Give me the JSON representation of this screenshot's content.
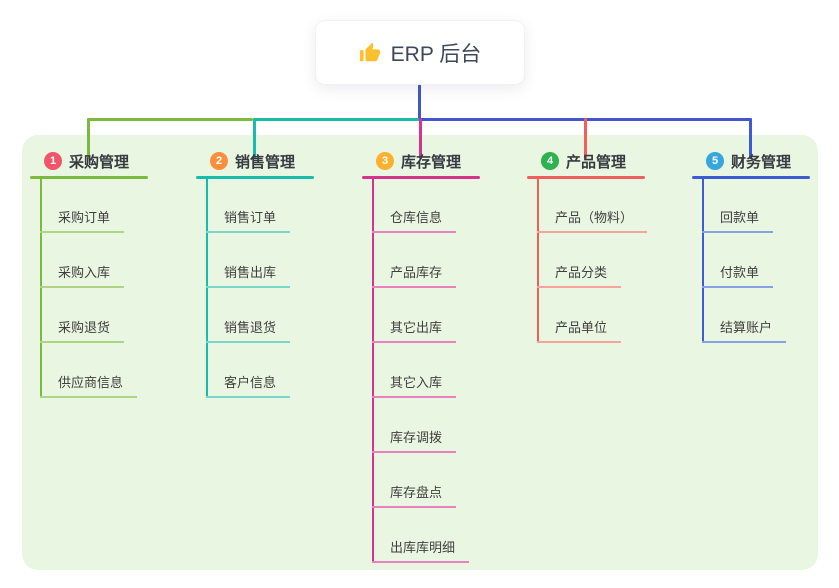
{
  "root": {
    "label": "ERP 后台",
    "icon": "thumbs-up"
  },
  "colors": {
    "page_bg": "#ffffff",
    "panel_bg": "#e9f6e2",
    "root_line": "#4456ce",
    "root_text": "#3d4858",
    "thumb_icon": "#fbc02d"
  },
  "branches": [
    {
      "number": "1",
      "label": "采购管理",
      "badge_color": "#f1556a",
      "line_color": "#7cb93f",
      "child_line_color": "#aed584",
      "children": [
        "采购订单",
        "采购入库",
        "采购退货",
        "供应商信息"
      ]
    },
    {
      "number": "2",
      "label": "销售管理",
      "badge_color": "#fb8f3d",
      "line_color": "#17bcab",
      "child_line_color": "#7ad6c8",
      "children": [
        "销售订单",
        "销售出库",
        "销售退货",
        "客户信息"
      ]
    },
    {
      "number": "3",
      "label": "库存管理",
      "badge_color": "#ffb02e",
      "line_color": "#d6338f",
      "child_line_color": "#ec82bd",
      "children": [
        "仓库信息",
        "产品库存",
        "其它出库",
        "其它入库",
        "库存调拨",
        "库存盘点",
        "出库库明细"
      ]
    },
    {
      "number": "4",
      "label": "产品管理",
      "badge_color": "#2cb34f",
      "line_color": "#f25e5e",
      "child_line_color": "#f8a39e",
      "children": [
        "产品（物料）",
        "产品分类",
        "产品单位"
      ]
    },
    {
      "number": "5",
      "label": "财务管理",
      "badge_color": "#36a6dc",
      "line_color": "#3e5bd6",
      "child_line_color": "#8aa0e4",
      "children": [
        "回款单",
        "付款单",
        "结算账户"
      ]
    }
  ]
}
